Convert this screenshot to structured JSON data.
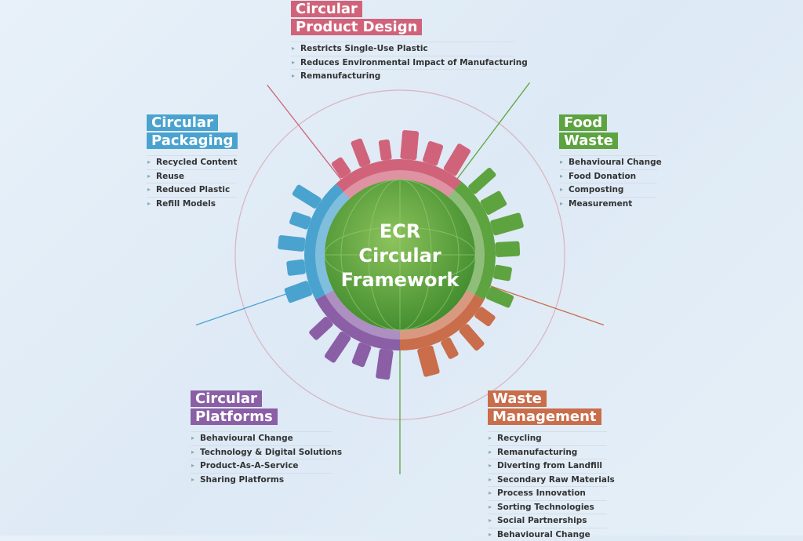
{
  "center": {
    "line1": "ECR",
    "line2": "Circular",
    "line3": "Framework"
  },
  "sections": {
    "product_design": {
      "title1": "Circular",
      "title2": "Product Design",
      "color": "#d0637a",
      "items": [
        "Restricts Single-Use Plastic",
        "Reduces Environmental Impact of Manufacturing",
        "Remanufacturing"
      ]
    },
    "packaging": {
      "title1": "Circular",
      "title2": "Packaging",
      "color": "#4aa3cf",
      "items": [
        "Recycled Content",
        "Reuse",
        "Reduced Plastic",
        "Refill Models"
      ]
    },
    "food_waste": {
      "title1": "Food",
      "title2": "Waste",
      "color": "#5da33f",
      "items": [
        "Behavioural Change",
        "Food Donation",
        "Composting",
        "Measurement"
      ]
    },
    "platforms": {
      "title1": "Circular",
      "title2": "Platforms",
      "color": "#8a5fa6",
      "items": [
        "Behavioural Change",
        "Technology & Digital Solutions",
        "Product-As-A-Service",
        "Sharing Platforms"
      ]
    },
    "waste_management": {
      "title1": "Waste",
      "title2": "Management",
      "color": "#c96d4b",
      "items": [
        "Recycling",
        "Remanufacturing",
        "Diverting from Landfill",
        "Secondary Raw Materials",
        "Process Innovation",
        "Sorting Technologies",
        "Social Partnerships",
        "Behavioural Change"
      ]
    }
  },
  "globe_color": "#5aa23c"
}
